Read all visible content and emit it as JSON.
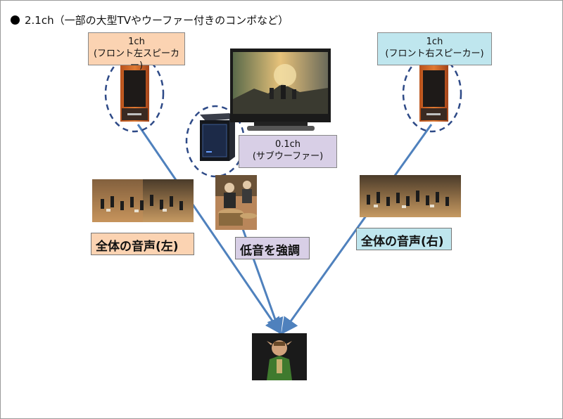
{
  "heading": "2.1ch（一部の大型TVやウーファー付きのコンポなど）",
  "left_box": {
    "line1": "1ch",
    "line2": "(フロント左スピーカー)"
  },
  "right_box": {
    "line1": "1ch",
    "line2": "(フロント右スピーカー)"
  },
  "sub_box": {
    "line1": "0.1ch",
    "line2": "(サブウーファー)"
  },
  "tag_left": "全体の音声(左)",
  "tag_right": "全体の音声(右)",
  "tag_sub": "低音を強調",
  "colors": {
    "arrow": "#4f81bd",
    "circle": "#2e4a87",
    "peach": "#fbd3b2",
    "cyan": "#bfe6ee",
    "lavender": "#d8cfe6"
  }
}
